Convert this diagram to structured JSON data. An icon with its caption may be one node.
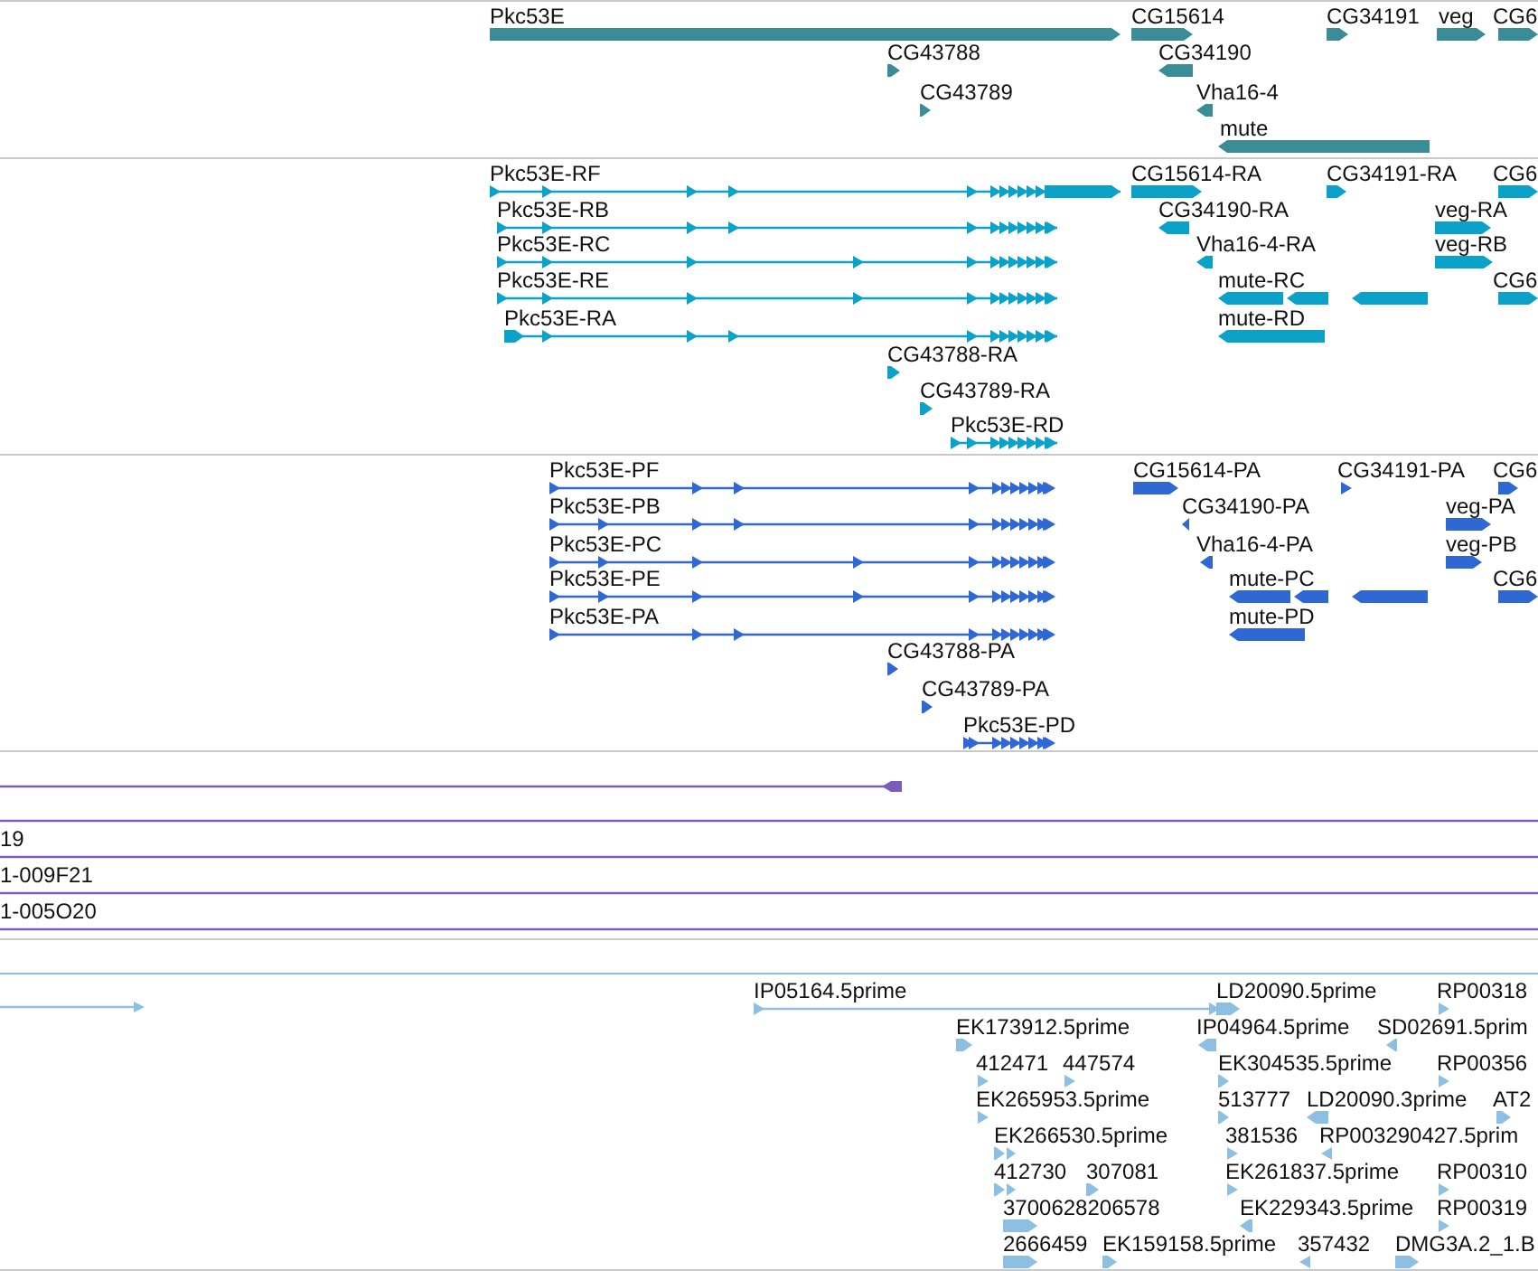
{
  "diagram": {
    "labels": [
      "Pkc53E",
      "CG15614",
      "CG34191",
      "veg",
      "CG6",
      "CG43788",
      "CG34190",
      "CG43789",
      "Vha16-4",
      "mute",
      "Pkc53E-RF",
      "CG15614-RA",
      "CG34191-RA",
      "CG6",
      "Pkc53E-RB",
      "CG34190-RA",
      "veg-RA",
      "Pkc53E-RC",
      "Vha16-4-RA",
      "veg-RB",
      "Pkc53E-RE",
      "mute-RC",
      "CG6",
      "Pkc53E-RA",
      "mute-RD",
      "CG43788-RA",
      "CG43789-RA",
      "Pkc53E-RD",
      "Pkc53E-PF",
      "CG15614-PA",
      "CG34191-PA",
      "CG6",
      "Pkc53E-PB",
      "CG34190-PA",
      "veg-PA",
      "Pkc53E-PC",
      "Vha16-4-PA",
      "veg-PB",
      "Pkc53E-PE",
      "mute-PC",
      "CG6",
      "Pkc53E-PA",
      "mute-PD",
      "CG43788-PA",
      "CG43789-PA",
      "Pkc53E-PD",
      "19",
      "1-009F21",
      "1-005O20",
      "IP05164.5prime",
      "LD20090.5prime",
      "RP00318",
      "EK173912.5prime",
      "IP04964.5prime",
      "SD02691.5prim",
      "412471",
      "447574",
      "EK304535.5prime",
      "RP00356",
      "EK265953.5prime",
      "513777",
      "LD20090.3prime",
      "AT2",
      "EK266530.5prime",
      "381536",
      "RP003290427.5prim",
      "412730",
      "307081",
      "EK261837.5prime",
      "RP00310",
      "3700628206578",
      "EK229343.5prime",
      "RP00319",
      "2666459",
      "EK159158.5prime",
      "357432",
      "DMG3A.2_1.B"
    ]
  }
}
